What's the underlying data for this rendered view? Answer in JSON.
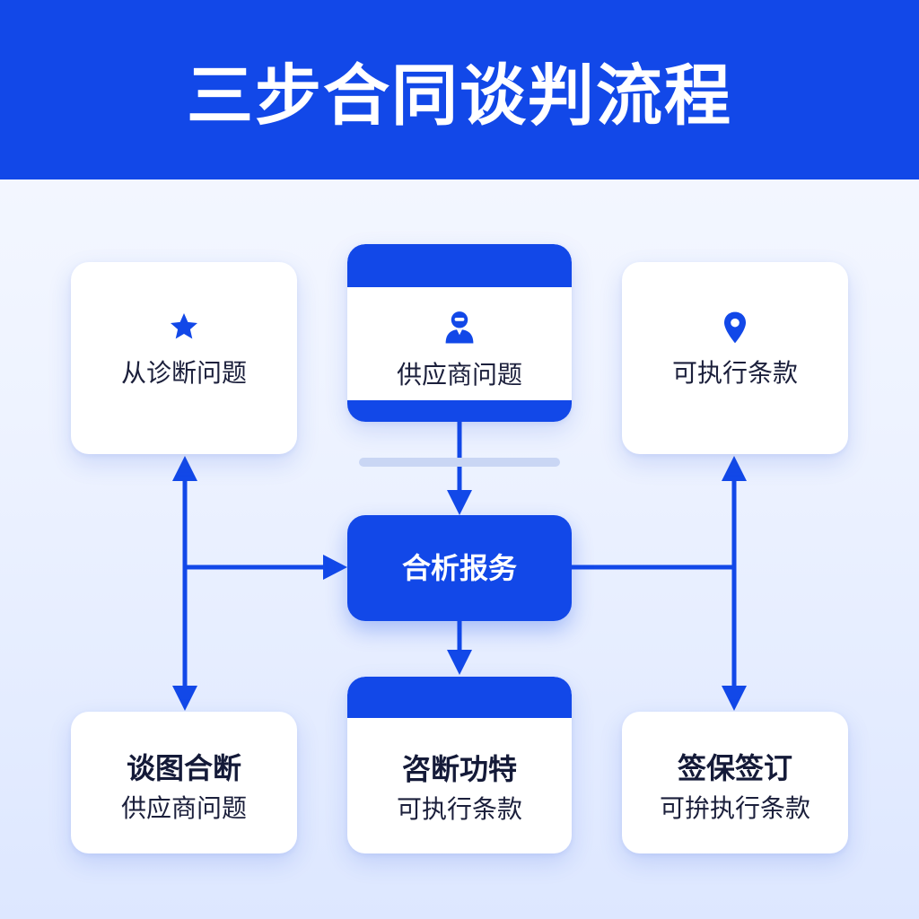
{
  "header": {
    "title": "三步合同谈判流程",
    "background": "#1248e8"
  },
  "top_row": {
    "left": {
      "icon": "star-icon",
      "label": "从诊断问题"
    },
    "middle": {
      "icon": "user-icon",
      "label": "供应商问题"
    },
    "right": {
      "icon": "location-pin-icon",
      "label": "可执行条款"
    }
  },
  "center": {
    "label": "合析报务"
  },
  "bottom_row": {
    "left": {
      "title": "谈图合断",
      "subtitle": "供应商问题"
    },
    "middle": {
      "title": "咨断功特",
      "subtitle": "可执行条款"
    },
    "right": {
      "title": "签保签订",
      "subtitle": "可拚执行条款"
    }
  },
  "colors": {
    "accent": "#1248e8",
    "text": "#1b1f3b",
    "card": "#ffffff"
  }
}
